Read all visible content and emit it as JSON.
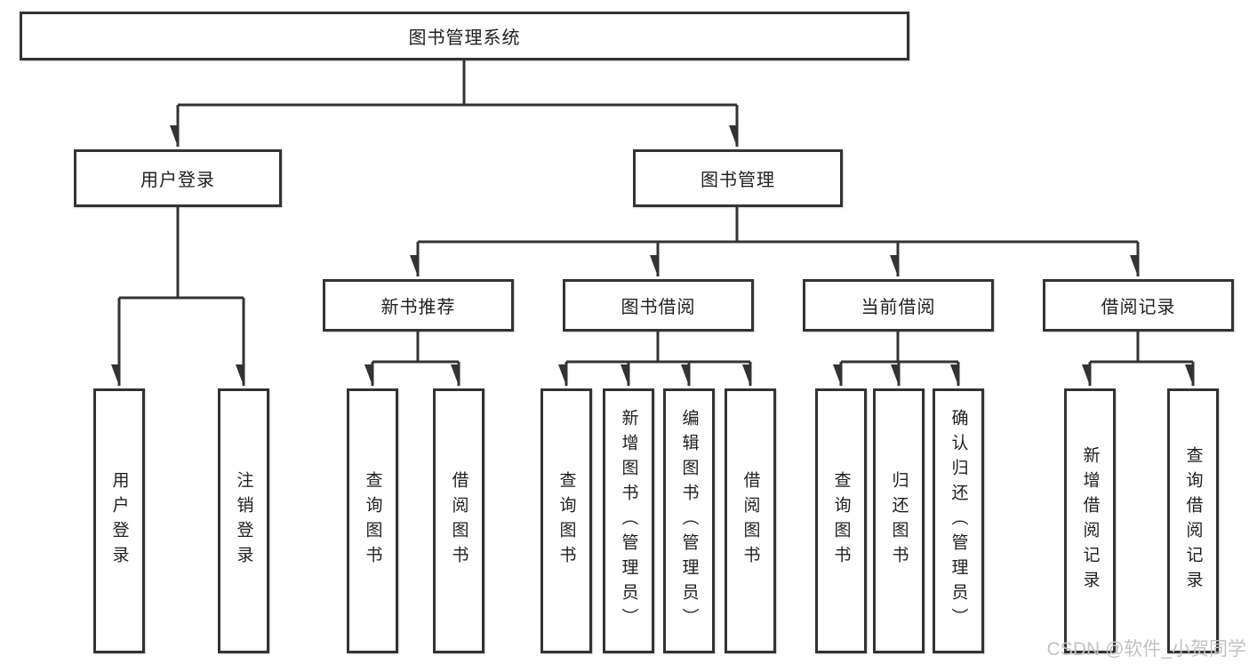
{
  "diagram": {
    "root": {
      "label": "图书管理系统"
    },
    "branches": [
      {
        "label": "用户登录",
        "leaves": [
          {
            "label": "用户登录"
          },
          {
            "label": "注销登录"
          }
        ]
      },
      {
        "label": "图书管理",
        "groups": [
          {
            "label": "新书推荐",
            "leaves": [
              {
                "label": "查询图书"
              },
              {
                "label": "借阅图书"
              }
            ]
          },
          {
            "label": "图书借阅",
            "leaves": [
              {
                "label": "查询图书"
              },
              {
                "label": "新增图书（管理员）"
              },
              {
                "label": "编辑图书（管理员）"
              },
              {
                "label": "借阅图书"
              }
            ]
          },
          {
            "label": "当前借阅",
            "leaves": [
              {
                "label": "查询图书"
              },
              {
                "label": "归还图书"
              },
              {
                "label": "确认归还（管理员）"
              }
            ]
          },
          {
            "label": "借阅记录",
            "leaves": [
              {
                "label": "新增借阅记录"
              },
              {
                "label": "查询借阅记录"
              }
            ]
          }
        ]
      }
    ]
  },
  "watermark": {
    "text": "CSDN @软件_小贺同学"
  },
  "colors": {
    "line": "#333333",
    "box_border": "#333333",
    "text": "#1f1f1f",
    "watermark": "#c2c2c2",
    "background": "#ffffff"
  }
}
